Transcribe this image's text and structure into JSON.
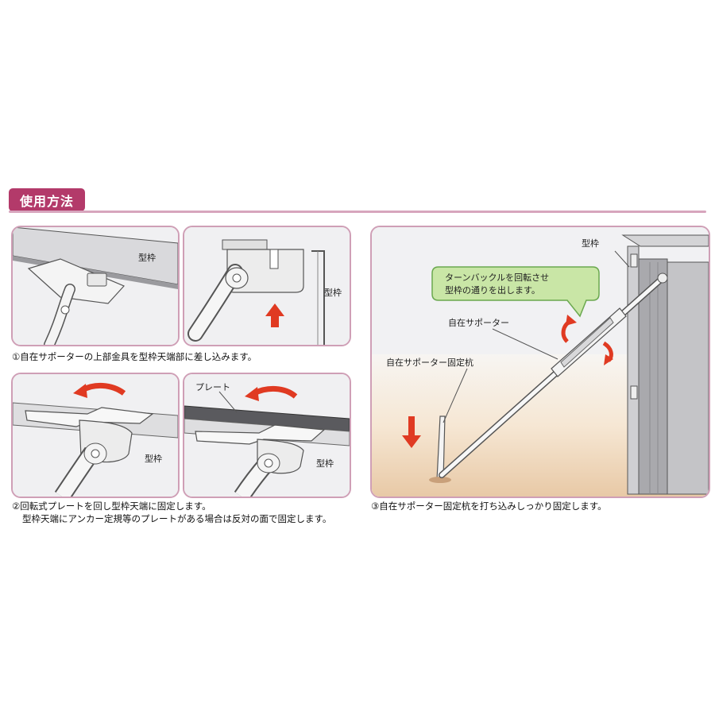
{
  "section_title": "使用方法",
  "captions": {
    "step1": "①自在サポーターの上部金具を型枠天端部に差し込みます。",
    "step2_line1": "②回転式プレートを回し型枠天端に固定します。",
    "step2_line2": "型枠天端にアンカー定規等のプレートがある場合は反対の面で固定します。",
    "step3": "③自在サポーター固定杭を打ち込みしっかり固定します。"
  },
  "labels": {
    "formwork": "型枠",
    "plate": "プレート",
    "supporter": "自在サポーター",
    "stake": "自在サポーター固定杭"
  },
  "callout": {
    "line1": "ターンバックルを回転させ",
    "line2": "型枠の通りを出します。"
  },
  "colors": {
    "accent": "#b33a6a",
    "panel_border": "#cf9fb6",
    "arrow_red": "#e03a22",
    "callout_fill": "#c9e6a6",
    "callout_border": "#6aa84f"
  }
}
